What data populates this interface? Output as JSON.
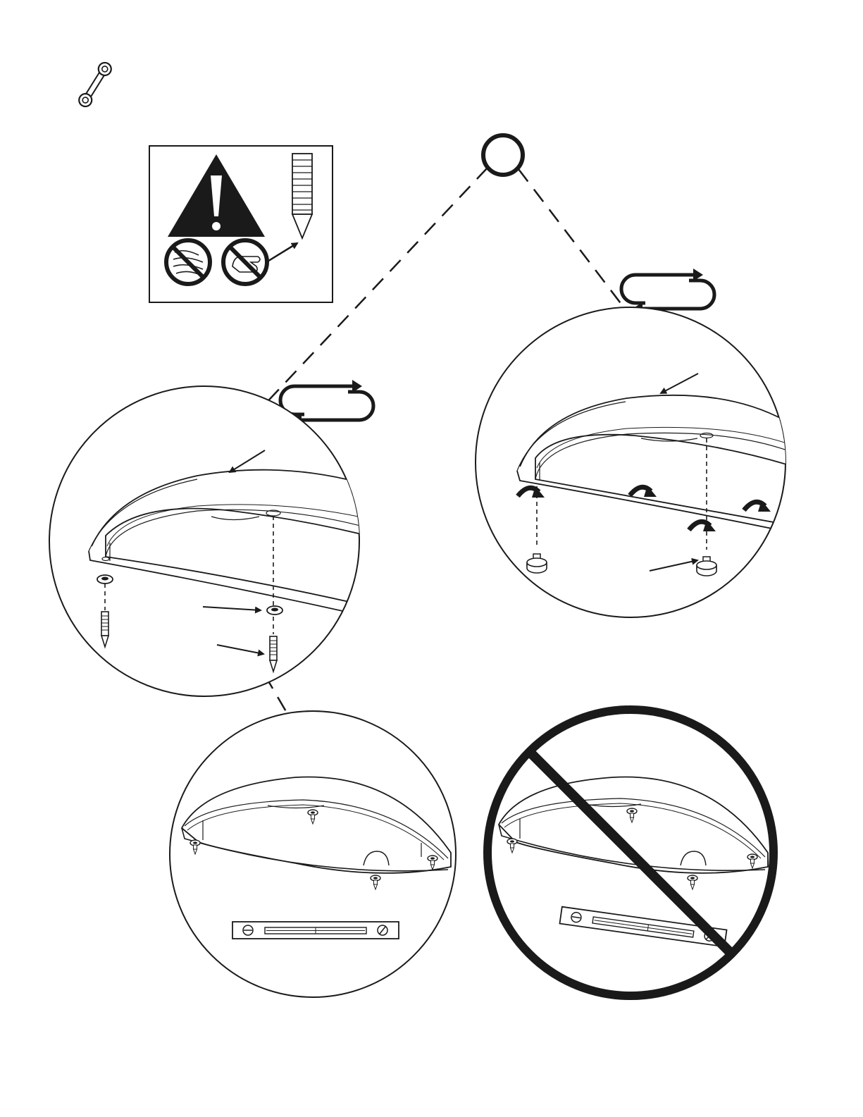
{
  "page": {
    "background": "#ffffff",
    "ink": "#1a1a1a"
  },
  "header": {
    "tool_icon": "wrench-icon"
  },
  "warning_box": {
    "icons": [
      "warning-triangle-icon",
      "no-wood-floor-icon",
      "no-touch-spike-icon",
      "spike-icon"
    ]
  },
  "callout": {
    "icon": "step-ring-icon"
  },
  "rotation_icons": [
    "rotate-cycle-icon",
    "rotate-cycle-icon"
  ],
  "panels": {
    "spike_install": {
      "parts": [
        "speaker-base",
        "lock-nut",
        "spike"
      ]
    },
    "cup_install": {
      "parts": [
        "speaker-base",
        "spike-cup",
        "turn-arrow"
      ]
    },
    "level_correct": {
      "parts": [
        "speaker-base",
        "spikes",
        "spirit-level"
      ],
      "status": "level"
    },
    "level_wrong": {
      "parts": [
        "speaker-base",
        "spikes",
        "spirit-level"
      ],
      "status": "not-level",
      "icon": "prohibited-icon"
    }
  }
}
